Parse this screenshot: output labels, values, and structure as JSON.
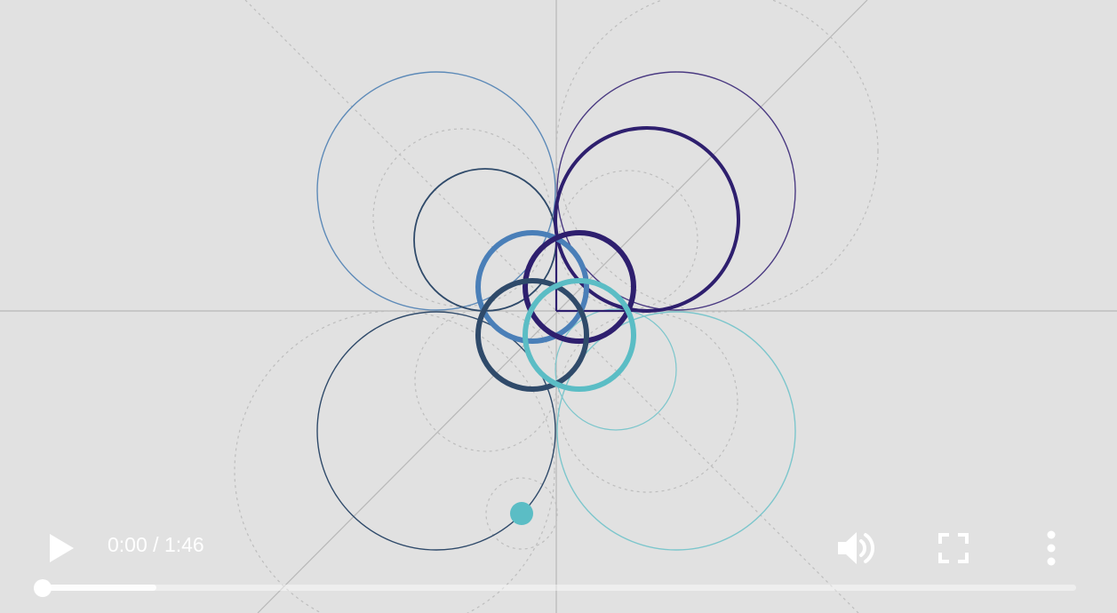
{
  "player": {
    "current_time": "0:00",
    "duration": "1:46",
    "time_separator": " / ",
    "played_fraction": 0.0,
    "buffered_fraction": 0.11
  },
  "icons": {
    "play": "play-icon",
    "volume": "volume-icon",
    "fullscreen": "fullscreen-icon",
    "menu": "more-vertical-icon"
  },
  "colors": {
    "background": "#e1e1e1",
    "controls": "#ffffff",
    "accent_teal": "#5bbdc5",
    "accent_blue": "#4a7fb8",
    "accent_navy": "#2e1f6e",
    "accent_slate": "#2f4a6a"
  }
}
